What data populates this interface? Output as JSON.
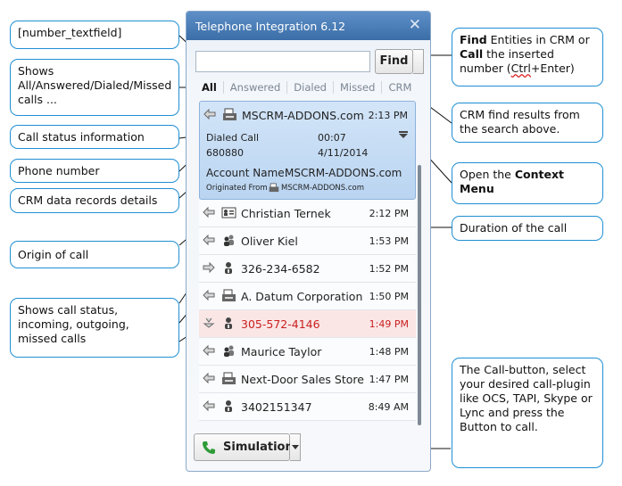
{
  "window": {
    "title": "Telephone Integration 6.12",
    "close_glyph": "✕",
    "search": {
      "value": "",
      "find_label": "Find"
    },
    "tabs": [
      "All",
      "Answered",
      "Dialed",
      "Missed",
      "CRM"
    ],
    "active_tab": "All",
    "expanded_call": {
      "name": "MSCRM-ADDONS.com",
      "time": "2:13 PM",
      "status": "Dialed Call",
      "duration": "00:07",
      "phone": "680880",
      "date": "4/11/2014",
      "account_label": "Account Name:",
      "account_value": "MSCRM-ADDONS.com",
      "origin_label": "Originated From :",
      "origin_value": "MSCRM-ADDONS.com"
    },
    "calls": [
      {
        "name": "Christian Ternek",
        "time": "2:12 PM",
        "direction": "incoming",
        "type": "contact-card",
        "missed": false
      },
      {
        "name": "Oliver Kiel",
        "time": "1:53 PM",
        "direction": "incoming",
        "type": "contact-group",
        "missed": false
      },
      {
        "name": "326-234-6582",
        "time": "1:52 PM",
        "direction": "outgoing",
        "type": "unknown-person",
        "missed": false
      },
      {
        "name": "A. Datum Corporation",
        "time": "1:50 PM",
        "direction": "incoming",
        "type": "account",
        "missed": false
      },
      {
        "name": "305-572-4146",
        "time": "1:49 PM",
        "direction": "missed",
        "type": "unknown-person",
        "missed": true
      },
      {
        "name": "Maurice Taylor",
        "time": "1:48 PM",
        "direction": "incoming",
        "type": "contact-group",
        "missed": false
      },
      {
        "name": "Next-Door Sales Store",
        "time": "1:47 PM",
        "direction": "incoming",
        "type": "account",
        "missed": false
      },
      {
        "name": "3402151347",
        "time": "8:49 AM",
        "direction": "incoming",
        "type": "unknown-person",
        "missed": false
      }
    ],
    "simulation_label": "Simulation"
  },
  "callouts": {
    "number_textfield": "[number_textfield]",
    "shows_calls": "Shows All/Answered/Dialed/Missed calls ...",
    "call_status": "Call status information",
    "phone_number": "Phone number",
    "crm_details": "CRM data records details",
    "origin": "Origin of call",
    "call_status_dirs": "Shows call status, incoming, outgoing, missed calls",
    "find_pre": "Find",
    "find_mid1": " Entities in CRM or ",
    "find_call": "Call",
    "find_mid2": " the inserted number (",
    "find_ctrl": "Ctrl",
    "find_post": "+Enter)",
    "crm_results": "CRM find results from the search above.",
    "context_pre": "Open the ",
    "context_bold": "Context Menu",
    "duration": "Duration of the call",
    "call_button": "The Call-button, select your desired call-plugin like OCS, TAPI, Skype or Lync and press the Button to call."
  },
  "colors": {
    "accent": "#1f8fd3",
    "titlebar": "#3b6ea8",
    "missed": "#c92020",
    "selected": "#b9d4f1"
  }
}
